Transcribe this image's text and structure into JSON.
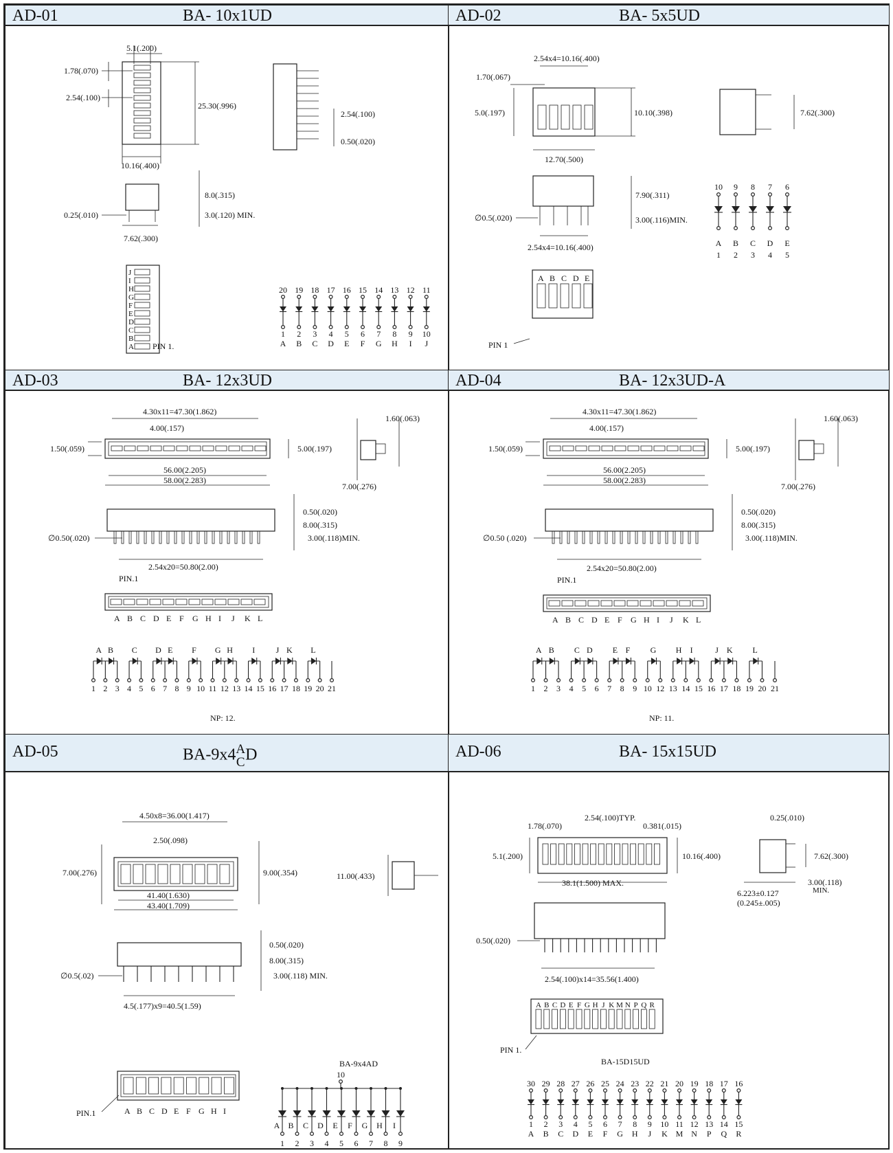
{
  "panels": [
    {
      "code": "AD-01",
      "title": "BA- 10x1UD",
      "dims": {
        "d1": "5.1(.200)",
        "d2": "1.78(.070)",
        "d3": "2.54(.100)",
        "d4": "25.30(.996)",
        "d5": "10.16(.400)",
        "d6": "8.0(.315)",
        "d7": "0.25(.010)",
        "d8": "3.0(.120) MIN.",
        "d9": "7.62(.300)",
        "d10": "2.54(.100)",
        "d11": "0.50(.020)",
        "pin": "PIN 1."
      },
      "segment_letters": [
        "J",
        "I",
        "H",
        "G",
        "F",
        "E",
        "D",
        "C",
        "B",
        "A"
      ],
      "pins_top": [
        "20",
        "19",
        "18",
        "17",
        "16",
        "15",
        "14",
        "13",
        "12",
        "11"
      ],
      "pins_bottom": [
        "1",
        "2",
        "3",
        "4",
        "5",
        "6",
        "7",
        "8",
        "9",
        "10"
      ],
      "pin_letters": [
        "A",
        "B",
        "C",
        "D",
        "E",
        "F",
        "G",
        "H",
        "I",
        "J"
      ]
    },
    {
      "code": "AD-02",
      "title": "BA- 5x5UD",
      "dims": {
        "d1": "2.54x4=10.16(.400)",
        "d2": "1.70(.067)",
        "d3": "5.0(.197)",
        "d4": "10.10(.398)",
        "d5": "12.70(.500)",
        "d6": "7.62(.300)",
        "d7": "7.90(.311)",
        "d8": "∅0.5(.020)",
        "d9": "3.00(.116)MIN.",
        "d10": "2.54x4=10.16(.400)",
        "pin": "PIN 1"
      },
      "segment_letters": [
        "A",
        "B",
        "C",
        "D",
        "E"
      ],
      "pins_top": [
        "10",
        "9",
        "8",
        "7",
        "6"
      ],
      "pins_bottom": [
        "1",
        "2",
        "3",
        "4",
        "5"
      ],
      "pin_letters": [
        "A",
        "B",
        "C",
        "D",
        "E"
      ]
    },
    {
      "code": "AD-03",
      "title": "BA- 12x3UD",
      "dims": {
        "d1": "4.30x11=47.30(1.862)",
        "d2": "4.00(.157)",
        "d3": "1.50(.059)",
        "d4": "5.00(.197)",
        "d5": "56.00(2.205)",
        "d6": "58.00(2.283)",
        "d7": "1.60(.063)",
        "d8": "7.00(.276)",
        "d9": "0.50(.020)",
        "d10": "8.00(.315)",
        "d11": "∅0.50(.020)",
        "d12": "3.00(.118)MIN.",
        "d13": "2.54x20=50.80(2.00)",
        "pin": "PIN.1"
      },
      "segment_letters": [
        "A",
        "B",
        "C",
        "D",
        "E",
        "F",
        "G",
        "H",
        "I",
        "J",
        "K",
        "L"
      ],
      "pins": [
        "1",
        "2",
        "3",
        "4",
        "5",
        "6",
        "7",
        "8",
        "9",
        "10",
        "11",
        "12",
        "13",
        "14",
        "15",
        "16",
        "17",
        "18",
        "19",
        "20",
        "21"
      ],
      "note": "NP: 12."
    },
    {
      "code": "AD-04",
      "title": "BA- 12x3UD-A",
      "dims": {
        "d1": "4.30x11=47.30(1.862)",
        "d2": "4.00(.157)",
        "d3": "1.50(.059)",
        "d4": "5.00(.197)",
        "d5": "56.00(2.205)",
        "d6": "58.00(2.283)",
        "d7": "1.60(.063)",
        "d8": "7.00(.276)",
        "d9": "0.50(.020)",
        "d10": "8.00(.315)",
        "d11": "∅0.50 (.020)",
        "d12": "3.00(.118)MIN.",
        "d13": "2.54x20=50.80(2.00)",
        "pin": "PIN.1"
      },
      "segment_letters": [
        "A",
        "B",
        "C",
        "D",
        "E",
        "F",
        "G",
        "H",
        "I",
        "J",
        "K",
        "L"
      ],
      "pins": [
        "1",
        "2",
        "3",
        "4",
        "5",
        "6",
        "7",
        "8",
        "9",
        "10",
        "12",
        "13",
        "14",
        "15",
        "16",
        "17",
        "18",
        "19",
        "20",
        "21"
      ],
      "note": "NP: 11."
    },
    {
      "code": "AD-05",
      "title": "BA-9x4",
      "title_top": "A",
      "title_bottom": "C",
      "title_end": "D",
      "dims": {
        "d1": "4.50x8=36.00(1.417)",
        "d2": "2.50(.098)",
        "d3": "7.00(.276)",
        "d4": "9.00(.354)",
        "d5": "41.40(1.630)",
        "d6": "43.40(1.709)",
        "d7": "11.00(.433)",
        "d8": "0.50(.020)",
        "d9": "8.00(.315)",
        "d10": "∅0.5(.02)",
        "d11": "3.00(.118) MIN.",
        "d12": "4.5(.177)x9=40.5(1.59)",
        "pin": "PIN.1"
      },
      "segment_letters": [
        "A",
        "B",
        "C",
        "D",
        "E",
        "F",
        "G",
        "H",
        "I"
      ],
      "circuit_title": "BA-9x4AD",
      "common_pin": "10",
      "pins": [
        "1",
        "2",
        "3",
        "4",
        "5",
        "6",
        "7",
        "8",
        "9"
      ]
    },
    {
      "code": "AD-06",
      "title": "BA- 15x15UD",
      "dims": {
        "d1": "2.54(.100)TYP.",
        "d2": "1.78(.070)",
        "d3": "0.381(.015)",
        "d4": "0.25(.010)",
        "d5": "5.1(.200)",
        "d6": "10.16(.400)",
        "d7": "7.62(.300)",
        "d8": "38.1(1.500) MAX.",
        "d9": "3.00(.118)",
        "d10": "MIN.",
        "d11": "6.223±0.127",
        "d12": "(0.245±.005)",
        "d13": "0.50(.020)",
        "d14": "2.54(.100)x14=35.56(1.400)",
        "pin": "PIN 1."
      },
      "segment_letters": [
        "A",
        "B",
        "C",
        "D",
        "E",
        "F",
        "G",
        "H",
        "J",
        "K",
        "M",
        "N",
        "P",
        "Q",
        "R"
      ],
      "circuit_title": "BA-15D15UD",
      "pins_top": [
        "30",
        "29",
        "28",
        "27",
        "26",
        "25",
        "24",
        "23",
        "22",
        "21",
        "20",
        "19",
        "18",
        "17",
        "16"
      ],
      "pins_bottom": [
        "1",
        "2",
        "3",
        "4",
        "5",
        "6",
        "7",
        "8",
        "9",
        "10",
        "11",
        "12",
        "13",
        "14",
        "15"
      ],
      "pin_letters": [
        "A",
        "B",
        "C",
        "D",
        "E",
        "F",
        "G",
        "H",
        "J",
        "K",
        "M",
        "N",
        "P",
        "Q",
        "R"
      ]
    }
  ]
}
